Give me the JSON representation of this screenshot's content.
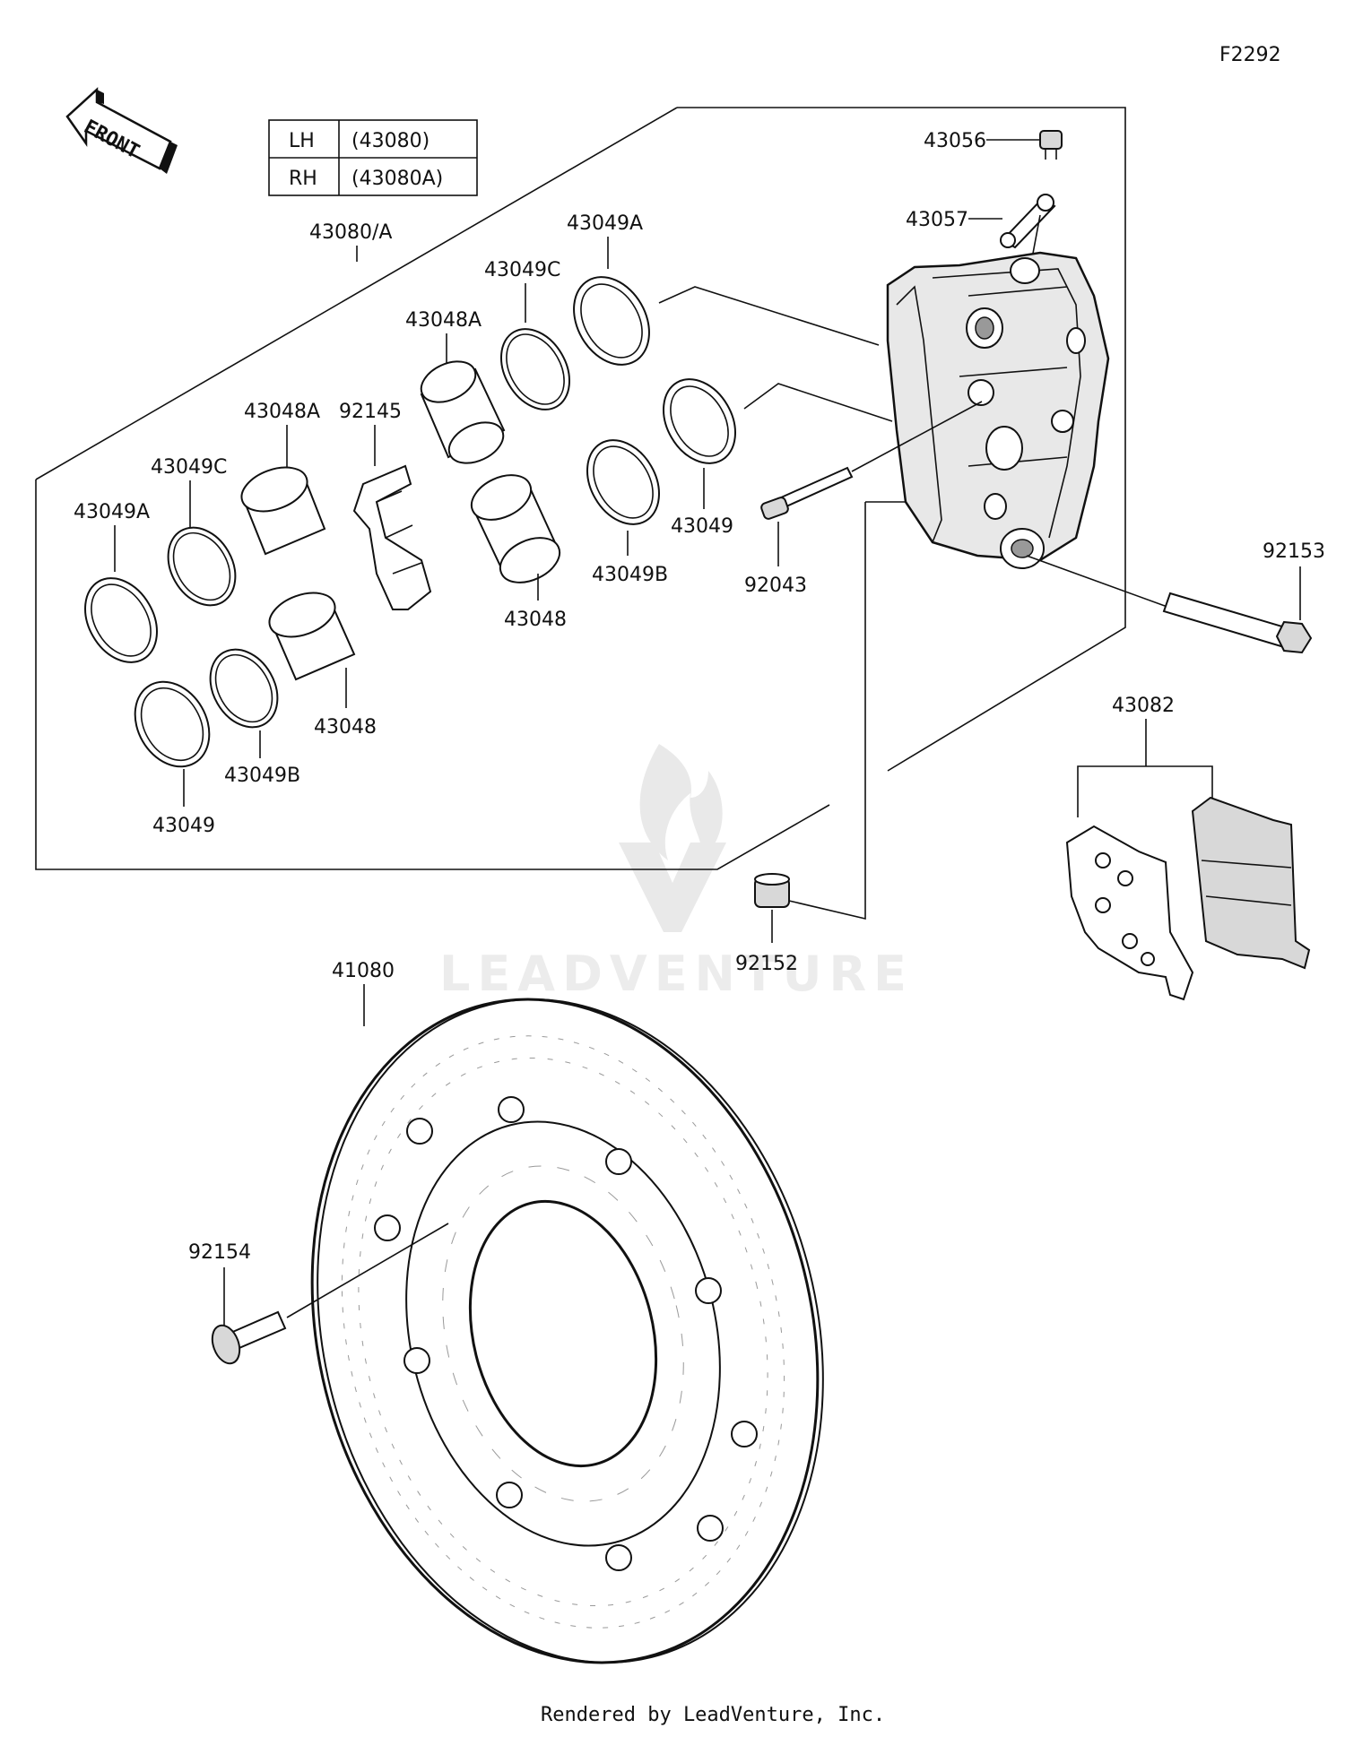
{
  "figure_code": "F2292",
  "front_label": "FRONT",
  "side_table": [
    {
      "side": "LH",
      "part": "(43080)"
    },
    {
      "side": "RH",
      "part": "(43080A)"
    }
  ],
  "parts": {
    "caliper_assy": "43080/A",
    "bleed_cap": "43056",
    "bleed_valve": "43057",
    "seal_a_top": "43049A",
    "seal_c_top": "43049C",
    "piston_a_top": "43048A",
    "seal_top_right": "43049",
    "piston_a_left": "43048A",
    "spring": "92145",
    "seal_c_left": "43049C",
    "seal_a_left": "43049A",
    "seal_b_mid": "43049B",
    "piston_mid": "43048",
    "pad_pin": "92043",
    "piston_left": "43048",
    "seal_b_left": "43049B",
    "seal_bottom_left": "43049",
    "bolt_right": "92153",
    "pad_set": "43082",
    "collar": "92152",
    "disc": "41080",
    "disc_bolt": "92154"
  },
  "watermark": "LEADVENTURE",
  "footer": "Rendered by LeadVenture, Inc."
}
